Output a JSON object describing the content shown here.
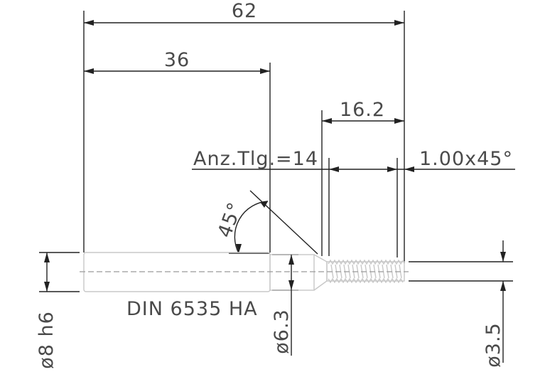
{
  "drawing": {
    "dim_overall_length": "62",
    "dim_shank_length": "36",
    "dim_thread_length": "16.2",
    "thread_note": "Anz.Tlg.=14",
    "chamfer_note": "1.00x45°",
    "angle_label": "45°",
    "standard_label": "DIN 6535 HA",
    "dia_shank": "ø8 h6",
    "dia_neck": "ø6.3",
    "dia_thread": "ø3.5"
  },
  "colors": {
    "lines": "#222222",
    "part_outline": "#c8c8c8",
    "text": "#4a4a4a"
  }
}
